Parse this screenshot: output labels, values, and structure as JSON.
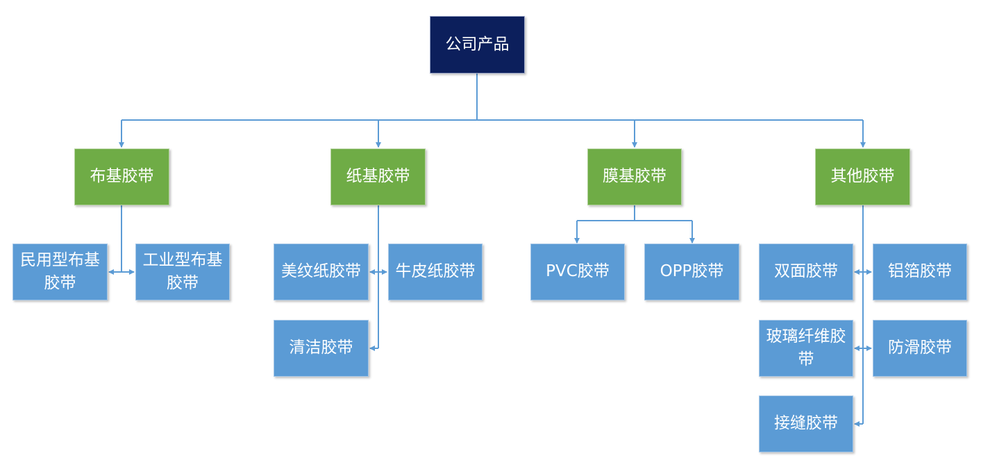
{
  "root": {
    "label": "公司产品"
  },
  "categories": [
    {
      "label": "布基胶带",
      "children": [
        "民用型布基胶带",
        "工业型布基胶带"
      ]
    },
    {
      "label": "纸基胶带",
      "children": [
        "美纹纸胶带",
        "牛皮纸胶带",
        "清洁胶带"
      ]
    },
    {
      "label": "膜基胶带",
      "children": [
        "PVC胶带",
        "OPP胶带"
      ]
    },
    {
      "label": "其他胶带",
      "children": [
        "双面胶带",
        "铝箔胶带",
        "玻璃纤维胶带",
        "防滑胶带",
        "接缝胶带"
      ]
    }
  ],
  "colors": {
    "root": "#0c1f5c",
    "category": "#6fac46",
    "leaf": "#5b9bd5",
    "connector": "#5b9bd5"
  }
}
